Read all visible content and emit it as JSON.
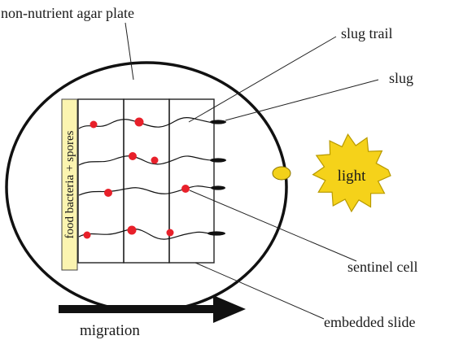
{
  "labels": {
    "plate": "non-nutrient agar plate",
    "slug_trail": "slug trail",
    "slug": "slug",
    "light": "light",
    "food": "food bacteria + spores",
    "sentinel": "sentinel cell",
    "slide": "embedded slide",
    "migration": "migration"
  },
  "colors": {
    "outline": "#111111",
    "sentinel": "#e8202a",
    "sun_fill": "#f5d21a",
    "sun_stroke": "#b89a00",
    "food_box": "#fbf4b0",
    "light_spot": "#f3d11a"
  },
  "icons": {
    "light_source": "sun-icon",
    "direction": "arrow-right-icon"
  },
  "trails": [
    {
      "row": 1,
      "slug_count": 1,
      "sentinel_cells": 2
    },
    {
      "row": 2,
      "slug_count": 1,
      "sentinel_cells": 2
    },
    {
      "row": 3,
      "slug_count": 1,
      "sentinel_cells": 2
    },
    {
      "row": 4,
      "slug_count": 1,
      "sentinel_cells": 3
    }
  ]
}
